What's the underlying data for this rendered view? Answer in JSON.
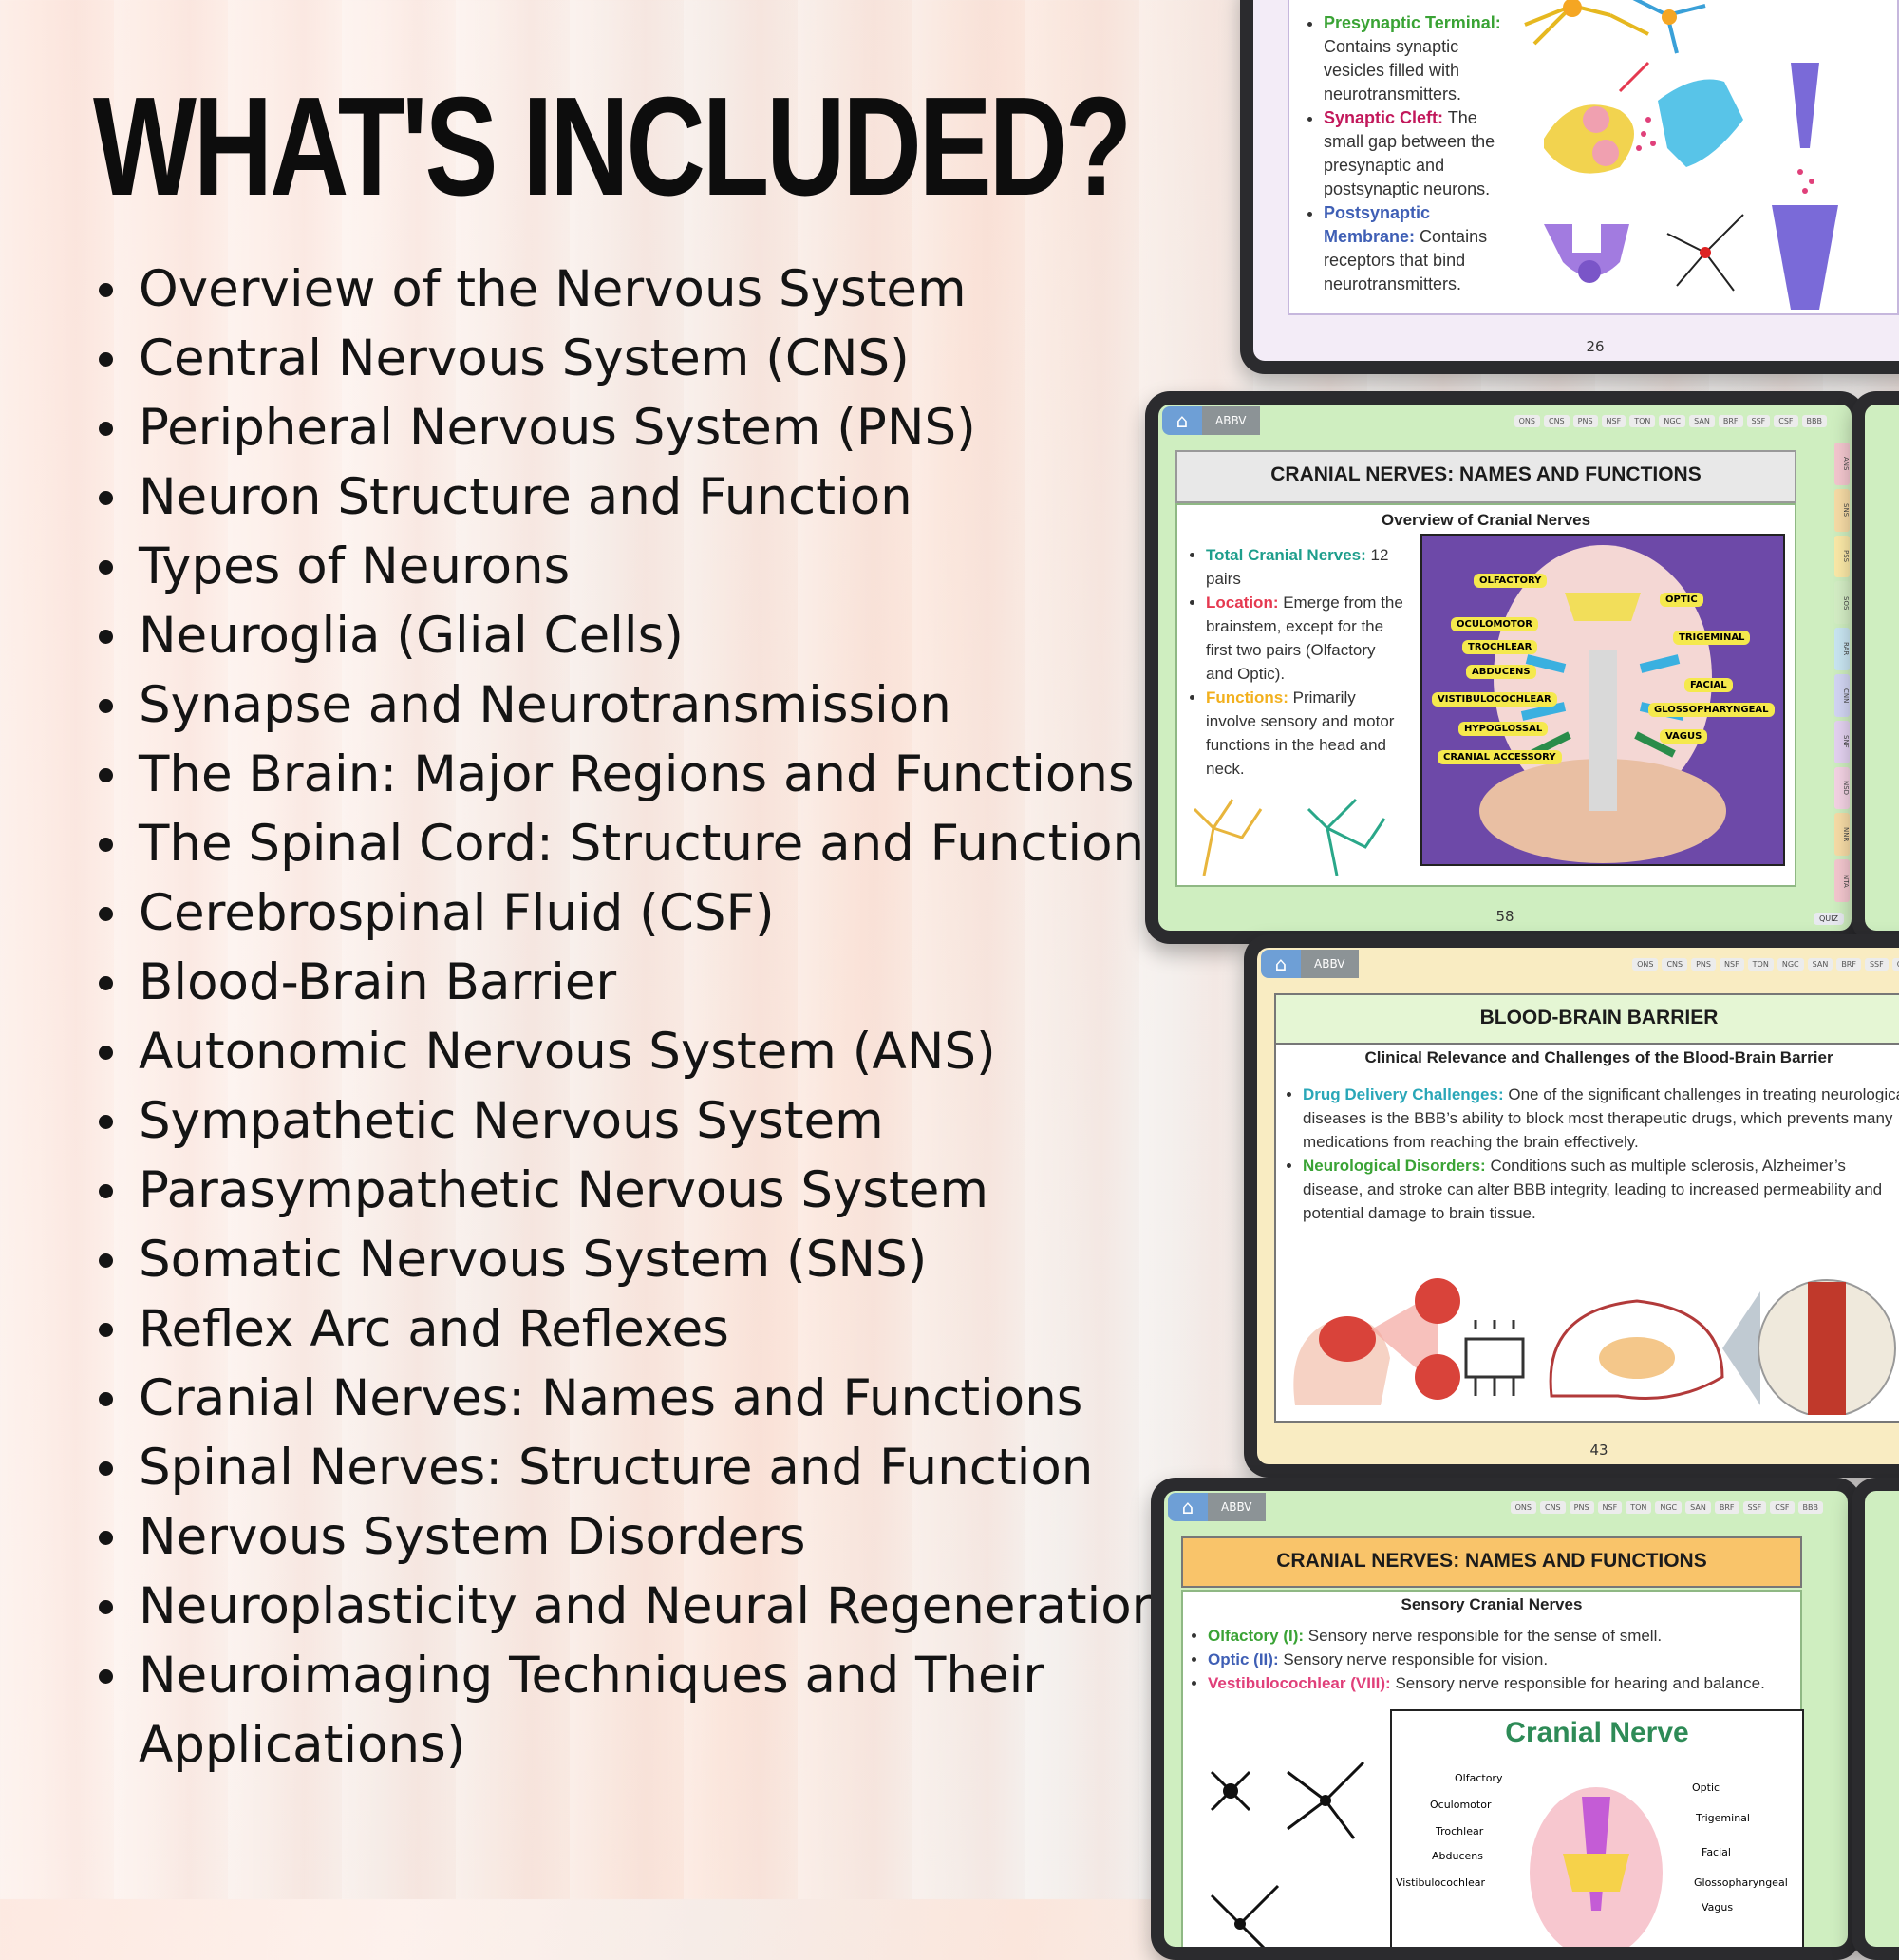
{
  "heading": "WHAT'S INCLUDED?",
  "topics": [
    "Overview of the Nervous System",
    "Central Nervous System (CNS)",
    "Peripheral Nervous System (PNS)",
    "Neuron Structure and Function",
    "Types of Neurons",
    "Neuroglia (Glial Cells)",
    "Synapse and Neurotransmission",
    "The Brain: Major Regions and Functions",
    "The Spinal Cord: Structure and Function",
    "Cerebrospinal Fluid (CSF)",
    "Blood-Brain Barrier",
    "Autonomic Nervous System (ANS)",
    "Sympathetic Nervous System",
    "Parasympathetic Nervous System",
    "Somatic Nervous System (SNS)",
    "Reflex Arc and Reflexes",
    "Cranial Nerves: Names and Functions",
    "Spinal Nerves: Structure and Function",
    "Nervous System Disorders",
    "Neuroplasticity and Neural Regeneration",
    "Neuroimaging Techniques and Their Applications)"
  ],
  "tablet_ui": {
    "abbv": "ABBV",
    "tab_chips": [
      "ONS",
      "CNS",
      "PNS",
      "NSF",
      "TON",
      "NGC",
      "SAN",
      "BRF",
      "SSF",
      "CSF",
      "BBB"
    ],
    "side_tabs": [
      "ANS",
      "SNS",
      "PSS",
      "SOS",
      "RAR",
      "CNN",
      "SNF",
      "NSD",
      "NNR",
      "NTA"
    ],
    "quiz": "QUIZ"
  },
  "slide_synapse": {
    "items": [
      {
        "key": "Presynaptic Terminal:",
        "text": " Contains synaptic vesicles filled with neurotransmitters.",
        "color": "#3aa335"
      },
      {
        "key": "Synaptic Cleft:",
        "text": " The small gap between the presynaptic and postsynaptic neurons.",
        "color": "#c2185b"
      },
      {
        "key": "Postsynaptic Membrane:",
        "text": " Contains receptors that bind neurotransmitters.",
        "color": "#3f5fb5"
      }
    ],
    "page": "26"
  },
  "slide_cranial_overview": {
    "title": "CRANIAL NERVES: NAMES AND FUNCTIONS",
    "subtitle": "Overview of Cranial Nerves",
    "items": [
      {
        "key": "Total Cranial Nerves:",
        "text": " 12 pairs",
        "color": "#1e9e8c"
      },
      {
        "key": "Location:",
        "text": " Emerge from the brainstem, except for the first two pairs (Olfactory and Optic).",
        "color": "#e53950"
      },
      {
        "key": "Functions:",
        "text": " Primarily involve sensory and motor functions in the head and neck.",
        "color": "#f2b01e"
      }
    ],
    "labels_left": [
      "OLFACTORY",
      "OCULOMOTOR",
      "TROCHLEAR",
      "ABDUCENS",
      "VISTIBULOCOCHLEAR",
      "HYPOGLOSSAL",
      "CRANIAL ACCESSORY"
    ],
    "labels_right": [
      "OPTIC",
      "TRIGEMINAL",
      "FACIAL",
      "GLOSSOPHARYNGEAL",
      "VAGUS"
    ],
    "page": "58"
  },
  "slide_bbb": {
    "title": "BLOOD-BRAIN BARRIER",
    "subtitle": "Clinical Relevance and Challenges of the Blood-Brain Barrier",
    "items": [
      {
        "key": "Drug Delivery Challenges:",
        "text": " One of the significant challenges in treating neurological diseases is the BBB’s ability to block most therapeutic drugs, which prevents many medications from reaching the brain effectively.",
        "color": "#2aa7b8"
      },
      {
        "key": "Neurological Disorders:",
        "text": " Conditions such as multiple sclerosis, Alzheimer’s disease, and stroke can alter BBB integrity, leading to increased permeability and potential damage to brain tissue.",
        "color": "#3aa335"
      }
    ],
    "page": "43"
  },
  "slide_cranial_sensory": {
    "title": "CRANIAL NERVES: NAMES AND FUNCTIONS",
    "subtitle": "Sensory Cranial Nerves",
    "items": [
      {
        "key": "Olfactory (I):",
        "text": " Sensory nerve responsible for the sense of smell.",
        "color": "#3aa335"
      },
      {
        "key": "Optic (II):",
        "text": " Sensory nerve responsible for vision.",
        "color": "#3f5fb5"
      },
      {
        "key": "Vestibulocochlear (VIII):",
        "text": " Sensory nerve responsible for hearing and balance.",
        "color": "#e0407a"
      }
    ],
    "diagram_title": "Cranial Nerve",
    "labels_left": [
      "Olfactory",
      "Oculomotor",
      "Trochlear",
      "Abducens",
      "Vistibulocochlear"
    ],
    "labels_right": [
      "Optic",
      "Trigeminal",
      "Facial",
      "Glossopharyngeal",
      "Vagus"
    ]
  }
}
